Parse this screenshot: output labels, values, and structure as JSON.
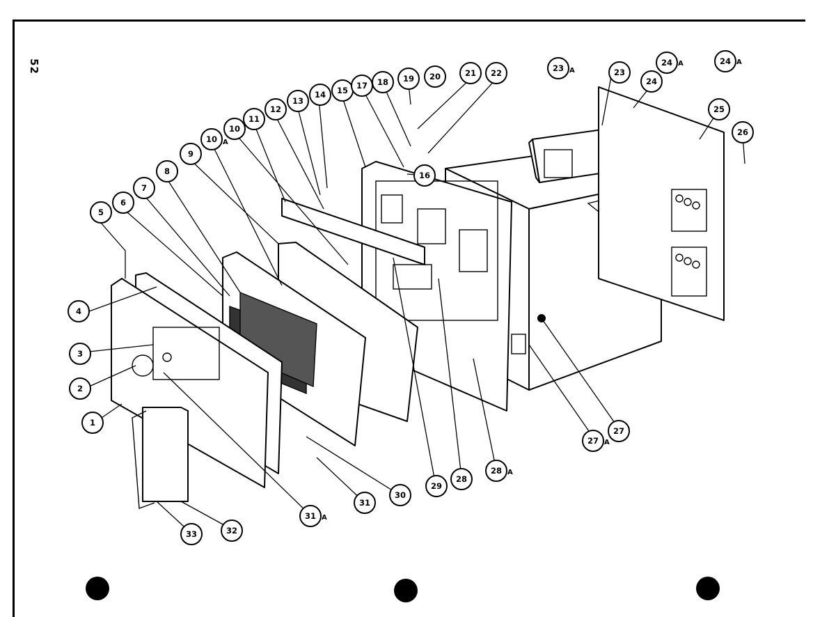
{
  "page": {
    "number": "52"
  },
  "callouts": [
    {
      "id": "1"
    },
    {
      "id": "2"
    },
    {
      "id": "3"
    },
    {
      "id": "4"
    },
    {
      "id": "5"
    },
    {
      "id": "6"
    },
    {
      "id": "7"
    },
    {
      "id": "8"
    },
    {
      "id": "9"
    },
    {
      "id": "10",
      "suffix": "A"
    },
    {
      "id": "10"
    },
    {
      "id": "11"
    },
    {
      "id": "12"
    },
    {
      "id": "13"
    },
    {
      "id": "14"
    },
    {
      "id": "15"
    },
    {
      "id": "17"
    },
    {
      "id": "18"
    },
    {
      "id": "19"
    },
    {
      "id": "20"
    },
    {
      "id": "21"
    },
    {
      "id": "22"
    },
    {
      "id": "16"
    },
    {
      "id": "23",
      "suffix": "A"
    },
    {
      "id": "23"
    },
    {
      "id": "24"
    },
    {
      "id": "24",
      "suffix": "A"
    },
    {
      "id": "24",
      "suffix": "A"
    },
    {
      "id": "25"
    },
    {
      "id": "26"
    },
    {
      "id": "27"
    },
    {
      "id": "27",
      "suffix": "A"
    },
    {
      "id": "28",
      "suffix": "A"
    },
    {
      "id": "28"
    },
    {
      "id": "29"
    },
    {
      "id": "30"
    },
    {
      "id": "31"
    },
    {
      "id": "31",
      "suffix": "A"
    },
    {
      "id": "32"
    },
    {
      "id": "33"
    }
  ],
  "colors": {
    "ink": "#000000",
    "paper": "#ffffff"
  },
  "punch_holes": 3
}
